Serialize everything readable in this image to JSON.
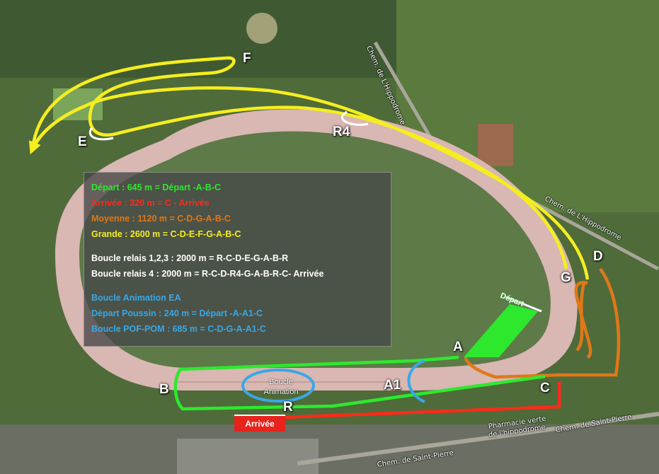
{
  "colors": {
    "depart": "#2ee82e",
    "arrivee": "#ff2a1a",
    "moyenne": "#e07818",
    "grande": "#f5ee1f",
    "relais": "#ffffff",
    "animation": "#39a8e6",
    "track": "#d9b7b3",
    "grass": "#4f6b3a"
  },
  "points": {
    "F": "F",
    "E": "E",
    "R4": "R4",
    "D": "D",
    "G": "G",
    "A": "A",
    "A1": "A1",
    "B": "B",
    "C": "C",
    "R": "R"
  },
  "legend": {
    "depart": "Départ : 645 m = Départ -A-B-C",
    "arrivee": "Arrivée : 320 m = C - Arrivée",
    "moyenne": "Moyenne : 1120 m = C-D-G-A-B-C",
    "grande": "Grande : 2600 m = C-D-E-F-G-A-B-C",
    "relais123": "Boucle relais 1,2,3 : 2000 m = R-C-D-E-G-A-B-R",
    "relais4": "Boucle relais 4 : 2000 m = R-C-D-R4-G-A-B-R-C- Arrivée",
    "animation_title": "Boucle Animation EA",
    "poussin": "Départ Poussin : 240 m = Départ -A-A1-C",
    "pofpom": "Boucle POF-POM : 685 m = C-D-G-A-A1-C"
  },
  "markers": {
    "depart": "Départ",
    "arrivee": "Arrivée",
    "boucle_line1": "Boucle",
    "boucle_line2": "Animation"
  },
  "roads": {
    "hippodrome1": "Chem. de L'Hippodrome",
    "hippodrome2": "Chem. de L'Hippodrome",
    "saint_pierre1": "Chem. de Saint-Pierre",
    "saint_pierre2": "Chem. de Saint-Pierre",
    "pharmacie1": "Pharmacie verte",
    "pharmacie2": "de l'hippodrome"
  }
}
